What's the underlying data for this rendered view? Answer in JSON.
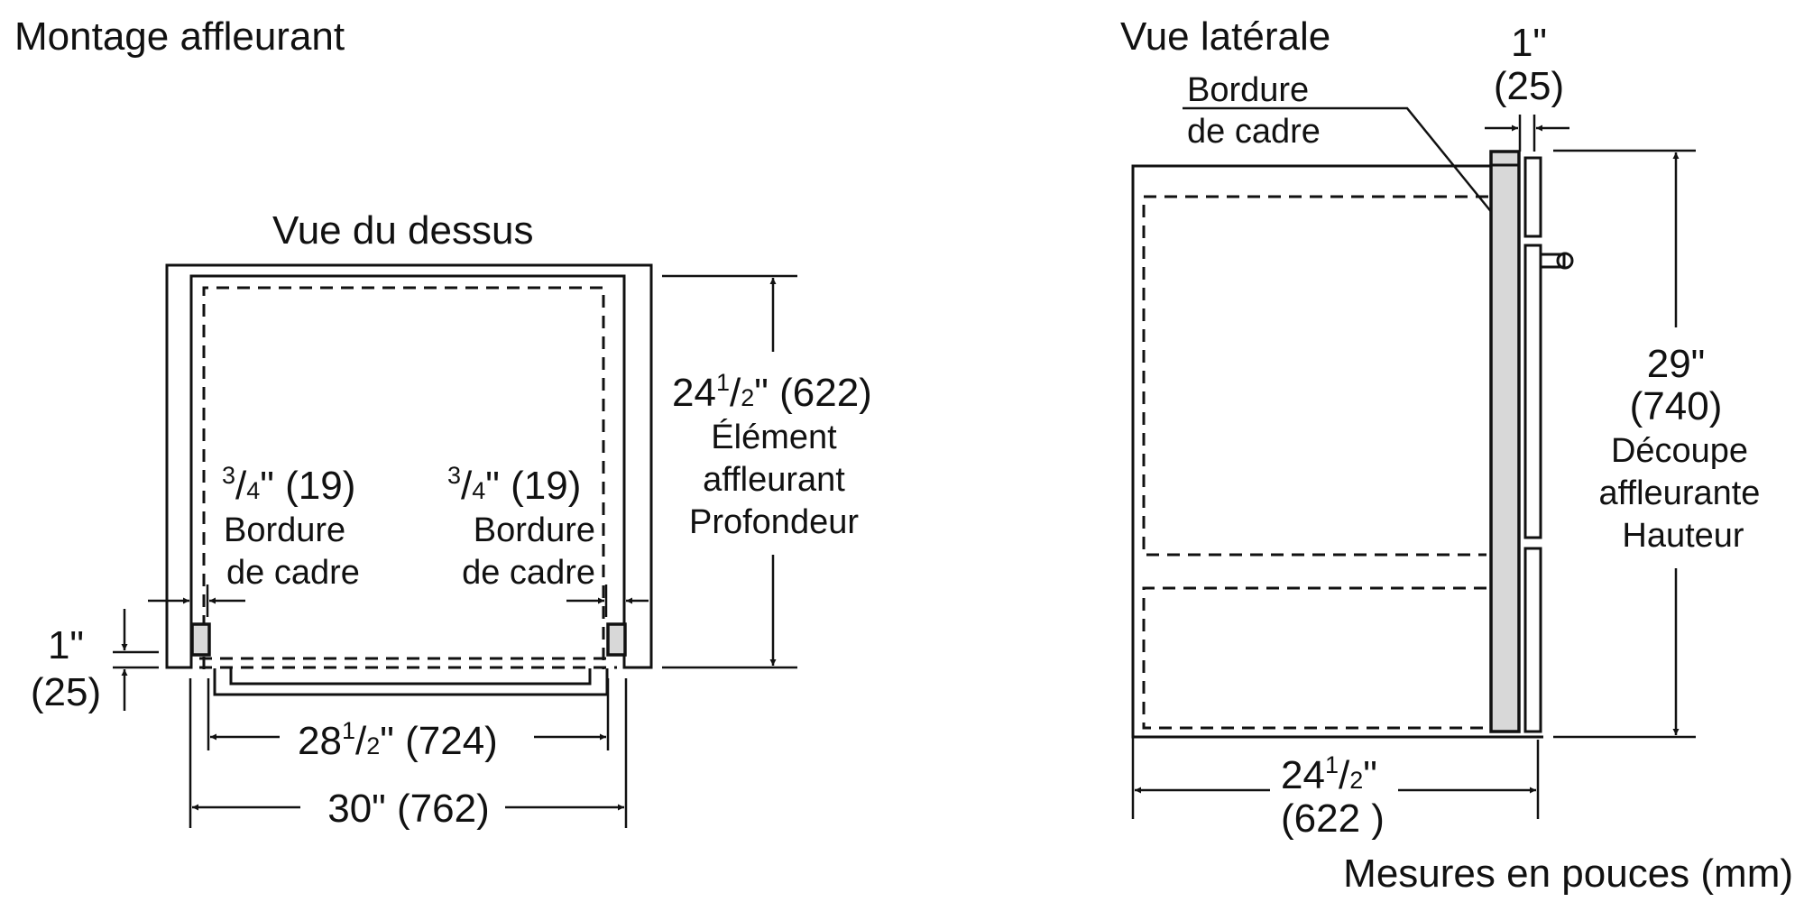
{
  "title": "Montage affleurant",
  "units_note": "Mesures en pouces (mm)",
  "colors": {
    "line": "#111111",
    "trim_fill": "#d8d8d8",
    "background": "#ffffff"
  },
  "top_view": {
    "title": "Vue du dessus",
    "depth_dim": {
      "whole": "24",
      "frac_num": "1",
      "frac_den": "2",
      "rest": "\" (622)",
      "lines": [
        "Élément",
        "affleurant",
        "Profondeur"
      ]
    },
    "left_trim_dim": {
      "frac_num": "3",
      "frac_den": "4",
      "rest": "\" (19)",
      "lines": [
        "Bordure",
        "de cadre"
      ]
    },
    "right_trim_dim": {
      "frac_num": "3",
      "frac_den": "4",
      "rest": "\" (19)",
      "lines": [
        "Bordure",
        "de cadre"
      ]
    },
    "offset_dim": {
      "inch": "1\"",
      "mm": "(25)"
    },
    "inner_width_dim": {
      "whole": "28",
      "frac_num": "1",
      "frac_den": "2",
      "rest": "\" (724)"
    },
    "outer_width_dim": {
      "text": "30\" (762)"
    }
  },
  "side_view": {
    "title": "Vue latérale",
    "callout_lines": [
      "Bordure",
      "de cadre"
    ],
    "trim_dim": {
      "inch": "1\"",
      "mm": "(25)"
    },
    "height_dim": {
      "inch": "29\"",
      "mm": "(740)",
      "lines": [
        "Découpe",
        "affleurante",
        "Hauteur"
      ]
    },
    "depth_dim": {
      "whole": "24",
      "frac_num": "1",
      "frac_den": "2",
      "rest": "\"",
      "mm": "(622 )"
    }
  }
}
